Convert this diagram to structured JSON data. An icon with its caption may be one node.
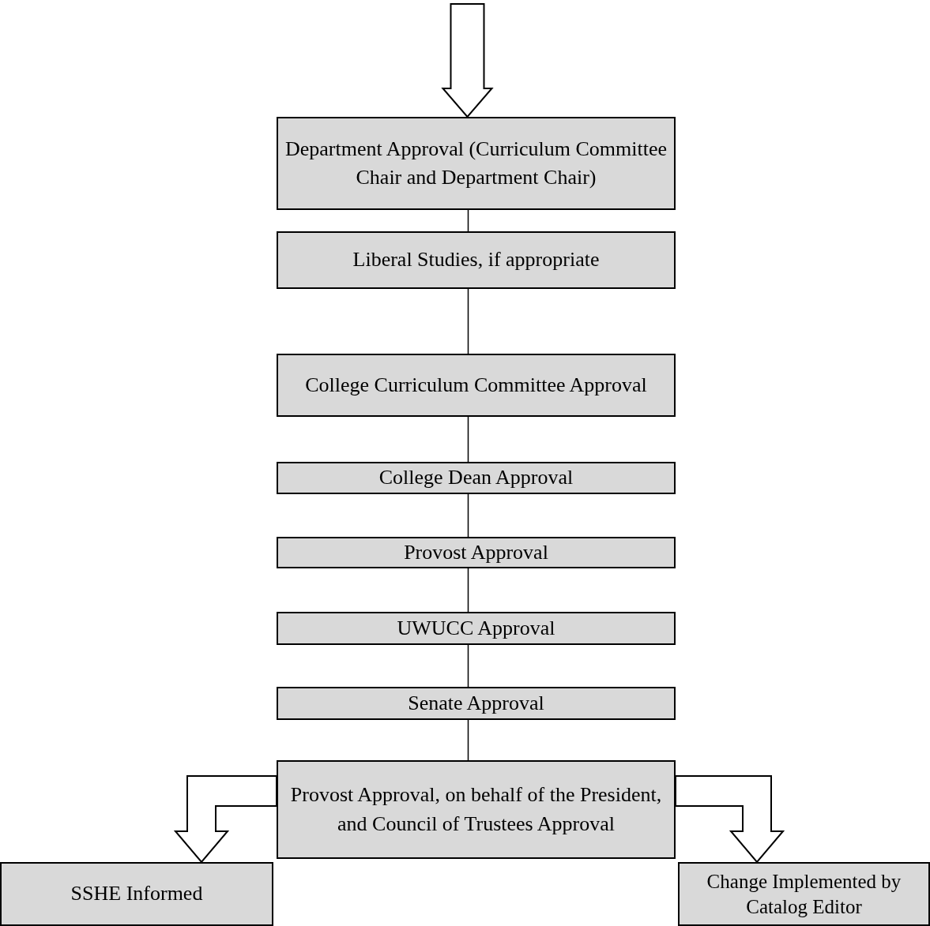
{
  "diagram": {
    "nodes": [
      {
        "text": [
          "Department Approval (Curriculum Committee Chair and Department Chair)"
        ]
      },
      {
        "text": [
          "Liberal Studies, if appropriate"
        ]
      },
      {
        "text": [
          "College Curriculum Committee Approval"
        ]
      },
      {
        "text": [
          "College Dean Approval"
        ]
      },
      {
        "text": [
          "Provost Approval"
        ]
      },
      {
        "text": [
          "UWUCC Approval"
        ]
      },
      {
        "text": [
          "Senate Approval"
        ]
      },
      {
        "text": [
          "Provost Approval, on behalf of the President, and Council of Trustees Approval"
        ]
      },
      {
        "text": [
          "SSHE Informed"
        ]
      },
      {
        "text": [
          "Change Implemented by Catalog Editor"
        ]
      }
    ],
    "edges": [
      {
        "from": null,
        "to": 0,
        "arrow": "to",
        "style": "thick"
      },
      {
        "from": 0,
        "to": 1,
        "arrow": "none"
      },
      {
        "from": 1,
        "to": 2,
        "arrow": "none"
      },
      {
        "from": 2,
        "to": 3,
        "arrow": "none"
      },
      {
        "from": 3,
        "to": 4,
        "arrow": "none"
      },
      {
        "from": 4,
        "to": 5,
        "arrow": "none"
      },
      {
        "from": 5,
        "to": 6,
        "arrow": "none"
      },
      {
        "from": 6,
        "to": 7,
        "arrow": "none"
      },
      {
        "from": 7,
        "to": 8,
        "arrow": "to",
        "style": "thick"
      },
      {
        "from": 7,
        "to": 9,
        "arrow": "to",
        "style": "thick"
      }
    ]
  }
}
